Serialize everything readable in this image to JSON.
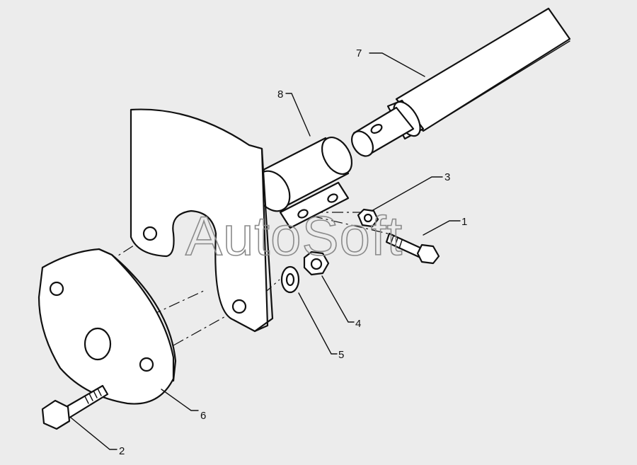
{
  "watermark": "AutoSoft",
  "callouts": [
    {
      "id": "1",
      "text": "1"
    },
    {
      "id": "2",
      "text": "2"
    },
    {
      "id": "3",
      "text": "3"
    },
    {
      "id": "4",
      "text": "4"
    },
    {
      "id": "5",
      "text": "5"
    },
    {
      "id": "6",
      "text": "6"
    },
    {
      "id": "7",
      "text": "7"
    },
    {
      "id": "8",
      "text": "8"
    }
  ],
  "parts": [
    "bolt-long",
    "bolt-short",
    "lock-nut-small",
    "lock-nut-large",
    "flat-washer",
    "mounting-plate",
    "shaft",
    "coupler",
    "bracket"
  ],
  "colors": {
    "line": "#111111",
    "fill": "#ffffff",
    "background": "#ececec",
    "watermark": "#8a8a8a"
  }
}
